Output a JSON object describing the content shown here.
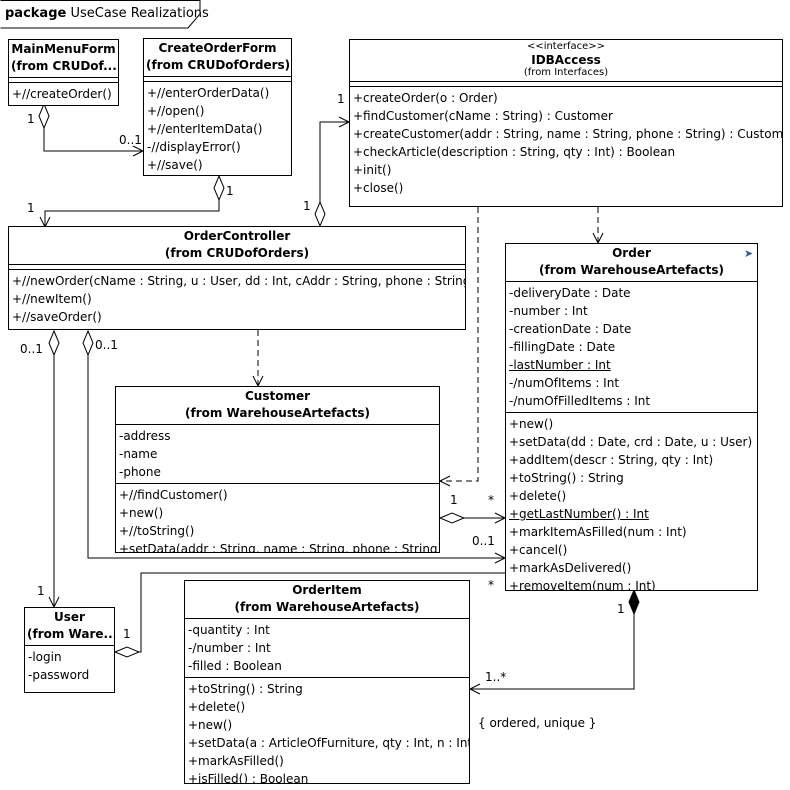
{
  "package": {
    "keyword": "package",
    "name": "UseCase Realizations"
  },
  "classes": {
    "main_menu_form": {
      "name": "MainMenuForm",
      "from": "(from CRUDof...",
      "operations": [
        "+//createOrder()"
      ]
    },
    "create_order_form": {
      "name": "CreateOrderForm",
      "from": "(from CRUDofOrders)",
      "operations": [
        "+//enterOrderData()",
        "+//open()",
        "+//enterItemData()",
        "-//displayError()",
        "+//save()"
      ]
    },
    "idb_access": {
      "stereotype": "<<interface>>",
      "name": "IDBAccess",
      "from": "(from Interfaces)",
      "operations": [
        "+createOrder(o : Order)",
        "+findCustomer(cName : String) : Customer",
        "+createCustomer(addr : String, name : String, phone : String) : Customer",
        "+checkArticle(description : String, qty : Int) : Boolean",
        "+init()",
        "+close()"
      ]
    },
    "order_controller": {
      "name": "OrderController",
      "from": "(from CRUDofOrders)",
      "operations": [
        "+//newOrder(cName : String, u : User, dd : Int, cAddr : String, phone : String)",
        "+//newItem()",
        "+//saveOrder()"
      ]
    },
    "order": {
      "name": "Order",
      "from": "(from WarehouseArtefacts)",
      "attributes": [
        "-deliveryDate : Date",
        "-number : Int",
        "-creationDate : Date",
        "-fillingDate : Date",
        "-lastNumber : Int",
        "-/numOfItems : Int",
        "-/numOfFilledItems : Int"
      ],
      "operations": [
        "+new()",
        "+setData(dd : Date, crd : Date, u : User)",
        "+addItem(descr : String, qty : Int)",
        "+toString() : String",
        "+delete()",
        "+getLastNumber() : Int",
        "+markItemAsFilled(num : Int)",
        "+cancel()",
        "+markAsDelivered()",
        "+removeItem(num : Int)"
      ]
    },
    "customer": {
      "name": "Customer",
      "from": "(from WarehouseArtefacts)",
      "attributes": [
        "-address",
        "-name",
        "-phone"
      ],
      "operations": [
        "+//findCustomer()",
        "+new()",
        "+//toString()",
        "+setData(addr : String, name : String, phone : String)"
      ]
    },
    "order_item": {
      "name": "OrderItem",
      "from": "(from WarehouseArtefacts)",
      "attributes": [
        "-quantity : Int",
        "-/number : Int",
        "-filled : Boolean"
      ],
      "operations": [
        "+toString() : String",
        "+delete()",
        "+new()",
        "+setData(a : ArticleOfFurniture, qty : Int, n : Int)",
        "+markAsFilled()",
        "+isFilled() : Boolean"
      ]
    },
    "user": {
      "name": "User",
      "from": "(from Ware...",
      "attributes": [
        "-login",
        "-password"
      ]
    }
  },
  "multiplicities": {
    "menu_form_1": "1",
    "form_0_1": "0..1",
    "form_controller_1": "1",
    "controller_1": "1",
    "idb_1": "1",
    "controller_idb_1": "1",
    "controller_user_0_1": "0..1",
    "controller_order_0_1": "0..1",
    "customer_order_1": "1",
    "customer_order_star": "*",
    "order_0_1": "0..1",
    "user_order_star": "*",
    "user_1_top": "1",
    "user_1_right": "1",
    "order_orderitem_1": "1",
    "orderitem_1_many": "1..*"
  },
  "constraint": "{ ordered, unique }"
}
